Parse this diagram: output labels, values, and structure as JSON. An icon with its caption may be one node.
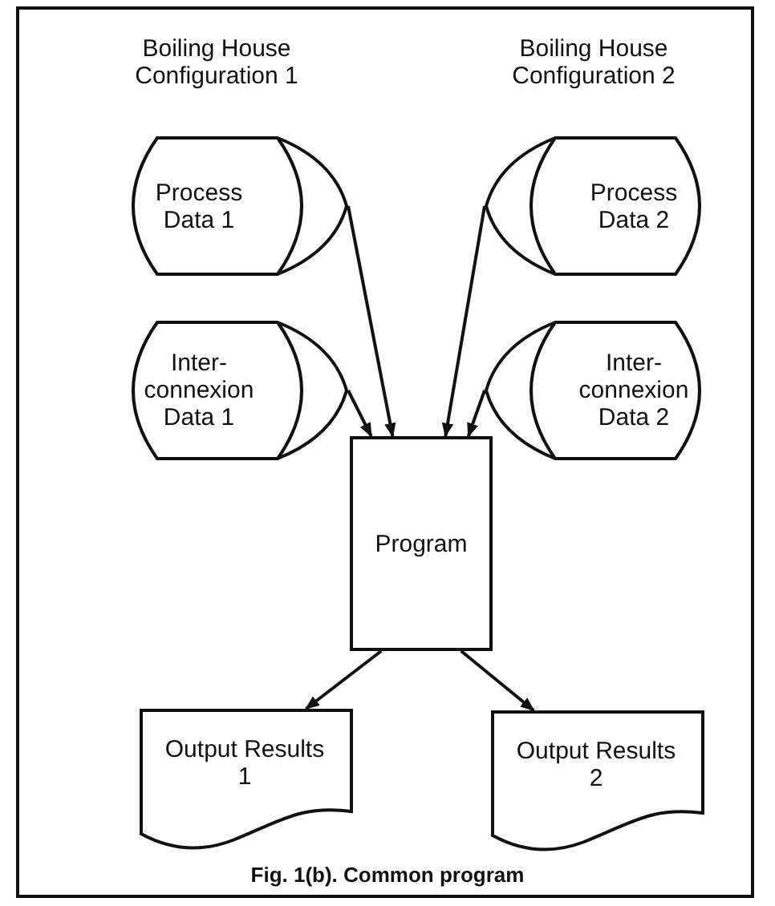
{
  "diagram": {
    "caption": "Fig. 1(b). Common program",
    "nodes": [
      {
        "text": [
          "Process Data 1"
        ]
      },
      {
        "text": [
          "Process Data 2"
        ]
      },
      {
        "text": [
          "Inter- connexion Data 1"
        ]
      },
      {
        "text": [
          "Inter- connexion Data 2"
        ]
      },
      {
        "text": [
          "Program"
        ]
      },
      {
        "text": [
          "Output Results 1"
        ]
      },
      {
        "text": [
          "Output Results 2"
        ]
      }
    ],
    "edges": [
      {
        "from": 0,
        "to": 4,
        "arrow": "to"
      },
      {
        "from": 1,
        "to": 4,
        "arrow": "to"
      },
      {
        "from": 2,
        "to": 4,
        "arrow": "to"
      },
      {
        "from": 3,
        "to": 4,
        "arrow": "to"
      },
      {
        "from": 4,
        "to": 5,
        "arrow": "to"
      },
      {
        "from": 4,
        "to": 6,
        "arrow": "to"
      }
    ],
    "labels": [
      "Boiling House Configuration 1",
      "Boiling House Configuration 2"
    ]
  }
}
